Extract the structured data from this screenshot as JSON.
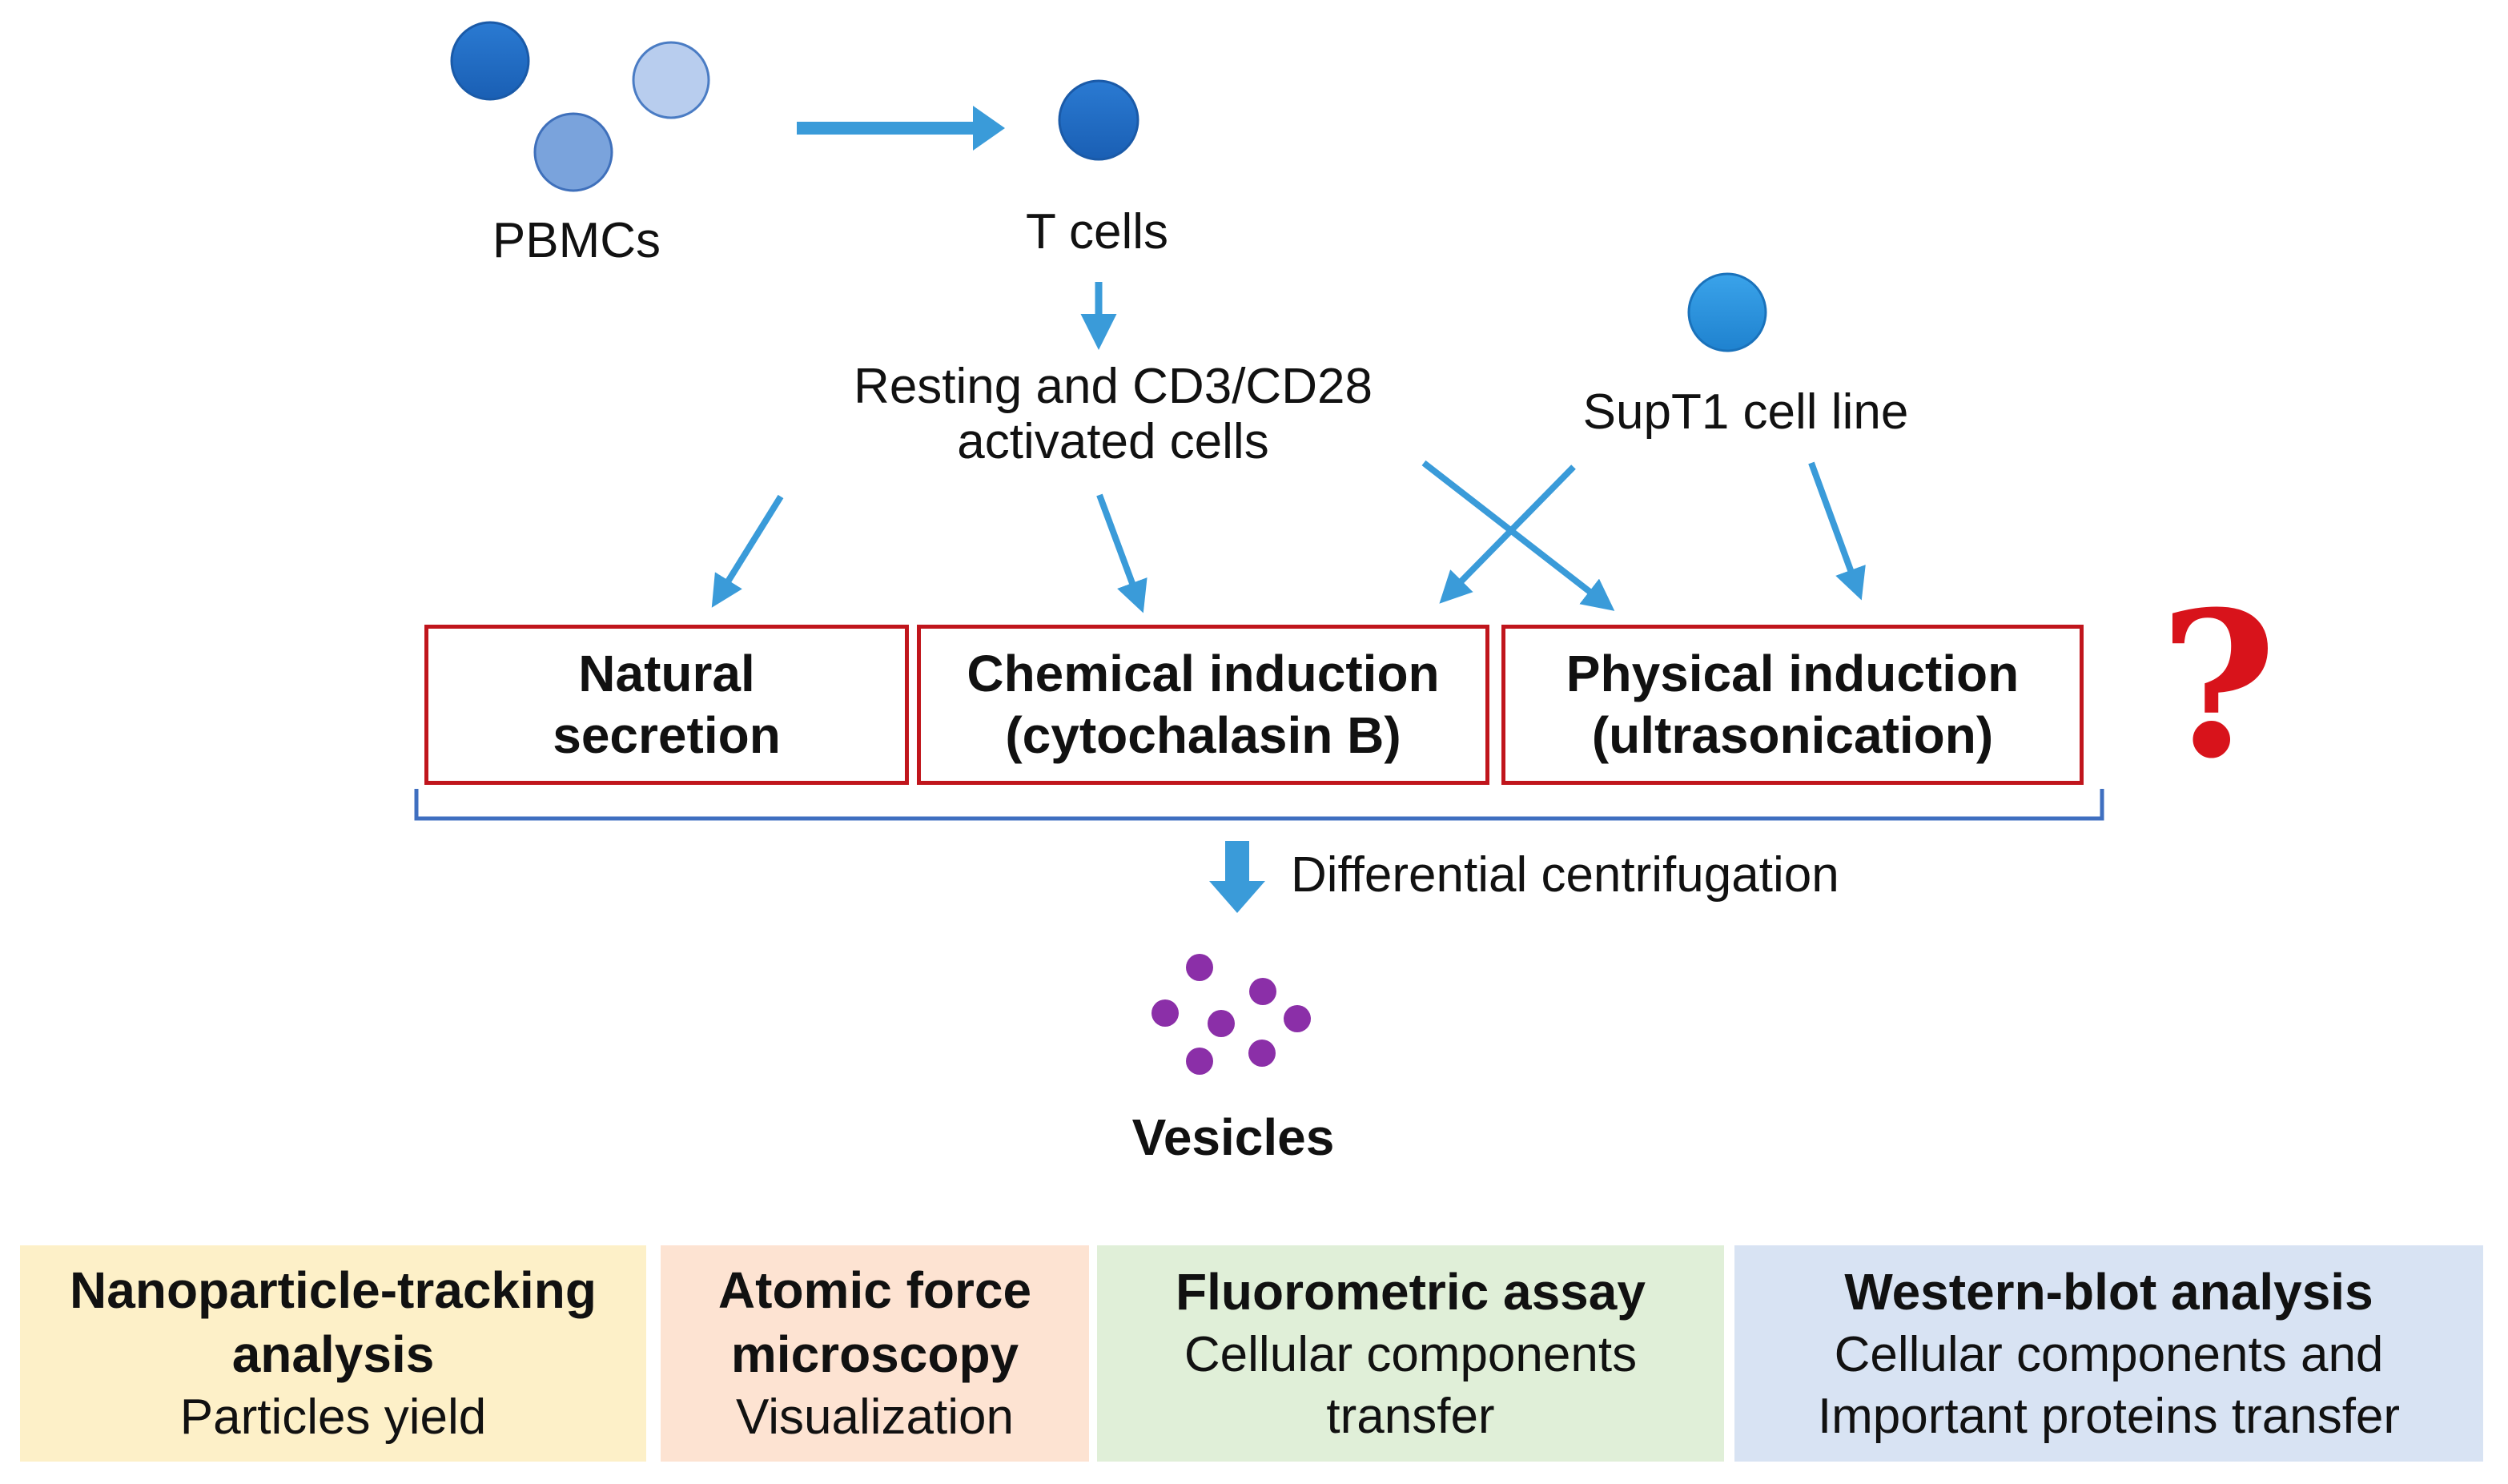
{
  "labels": {
    "pbmcs": "PBMCs",
    "t_cells": "T cells",
    "resting_activated": "Resting and CD3/CD28\nactivated cells",
    "supt1": "SupT1 cell line",
    "differential_centrifugation": "Differential centrifugation",
    "vesicles": "Vesicles",
    "question_mark": "?"
  },
  "methods": [
    {
      "label": "Natural\nsecretion"
    },
    {
      "label": "Chemical induction\n(cytochalasin B)"
    },
    {
      "label": "Physical induction\n(ultrasonication)"
    }
  ],
  "analyses": [
    {
      "title": "Nanoparticle-tracking\nanalysis",
      "description": "Particles yield",
      "color": "#fdf0c8"
    },
    {
      "title": "Atomic force\nmicroscopy",
      "description": "Visualization",
      "color": "#fde3d2"
    },
    {
      "title": "Fluorometric assay",
      "description": "Cellular components\ntransfer",
      "color": "#e0efd8"
    },
    {
      "title": "Western-blot analysis",
      "description": "Cellular components and\nImportant proteins transfer",
      "color": "#d8e3f3"
    }
  ],
  "colors": {
    "arrow": "#3a9bd9",
    "box_border": "#c0151c",
    "question": "#d8131b",
    "vesicle": "#8b2fa8",
    "bracket": "#3f6fc0",
    "cell_dark": "#1f6fc5",
    "cell_medium": "#7aa3dc",
    "cell_light": "#b8cdee",
    "supt1_cell": "#2b90db"
  }
}
